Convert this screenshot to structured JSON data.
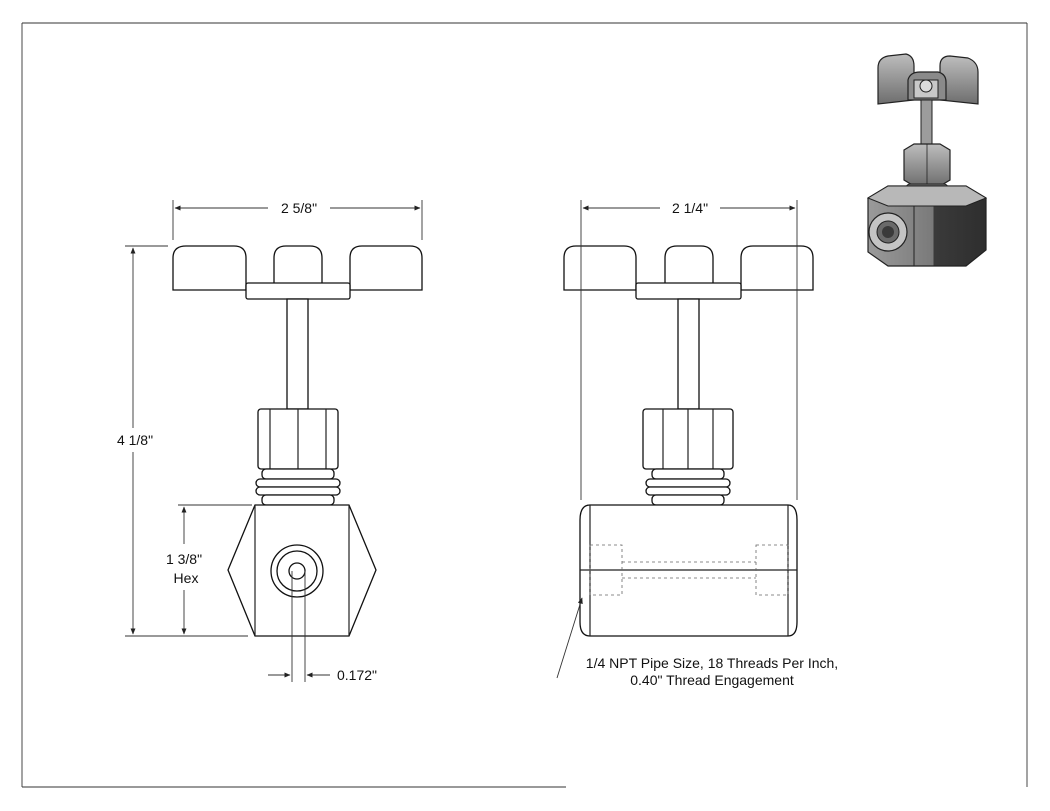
{
  "dimensions": {
    "front_width": "2 5/8\"",
    "side_width": "2 1/4\"",
    "overall_height": "4 1/8\"",
    "hex_size_line1": "1 3/8\"",
    "hex_size_line2": "Hex",
    "orifice": "0.172\""
  },
  "note": {
    "line1": "1/4 NPT Pipe Size, 18 Threads Per Inch,",
    "line2": "0.40\" Thread Engagement"
  },
  "colors": {
    "line": "#222222",
    "part_fill": "#ffffff",
    "render_light": "#9a9a9a",
    "render_dark": "#3a3a3a"
  }
}
